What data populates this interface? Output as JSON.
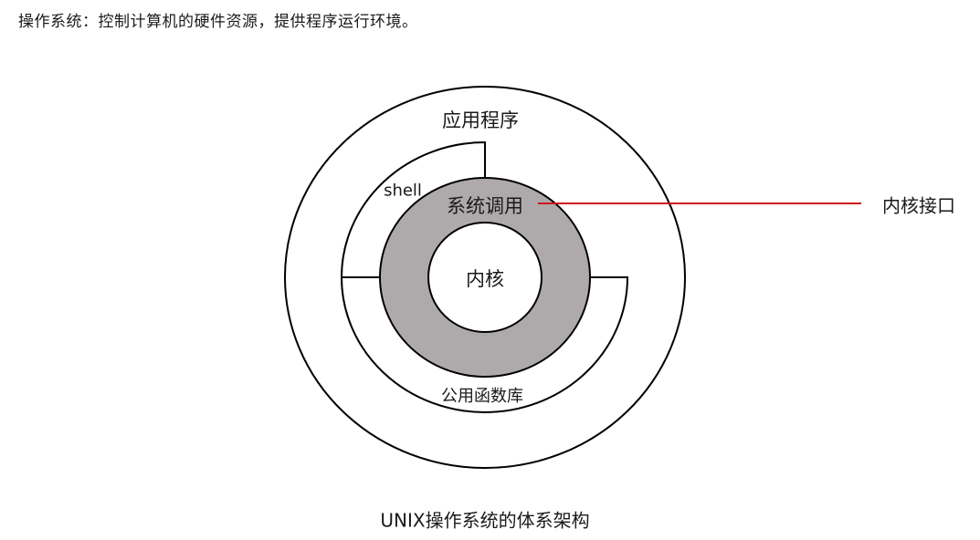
{
  "header": {
    "text": "操作系统：控制计算机的硬件资源，提供程序运行环境。"
  },
  "diagram": {
    "layers": {
      "application": "应用程序",
      "shell": "shell",
      "system_call": "系统调用",
      "kernel": "内核",
      "library": "公用函数库"
    },
    "annotation": {
      "label": "内核接口",
      "line_color": "#d0111b"
    },
    "colors": {
      "system_call_ring_fill": "#aeaaab",
      "stroke": "#000000",
      "background": "#ffffff"
    }
  },
  "caption": "UNIX操作系统的体系架构"
}
